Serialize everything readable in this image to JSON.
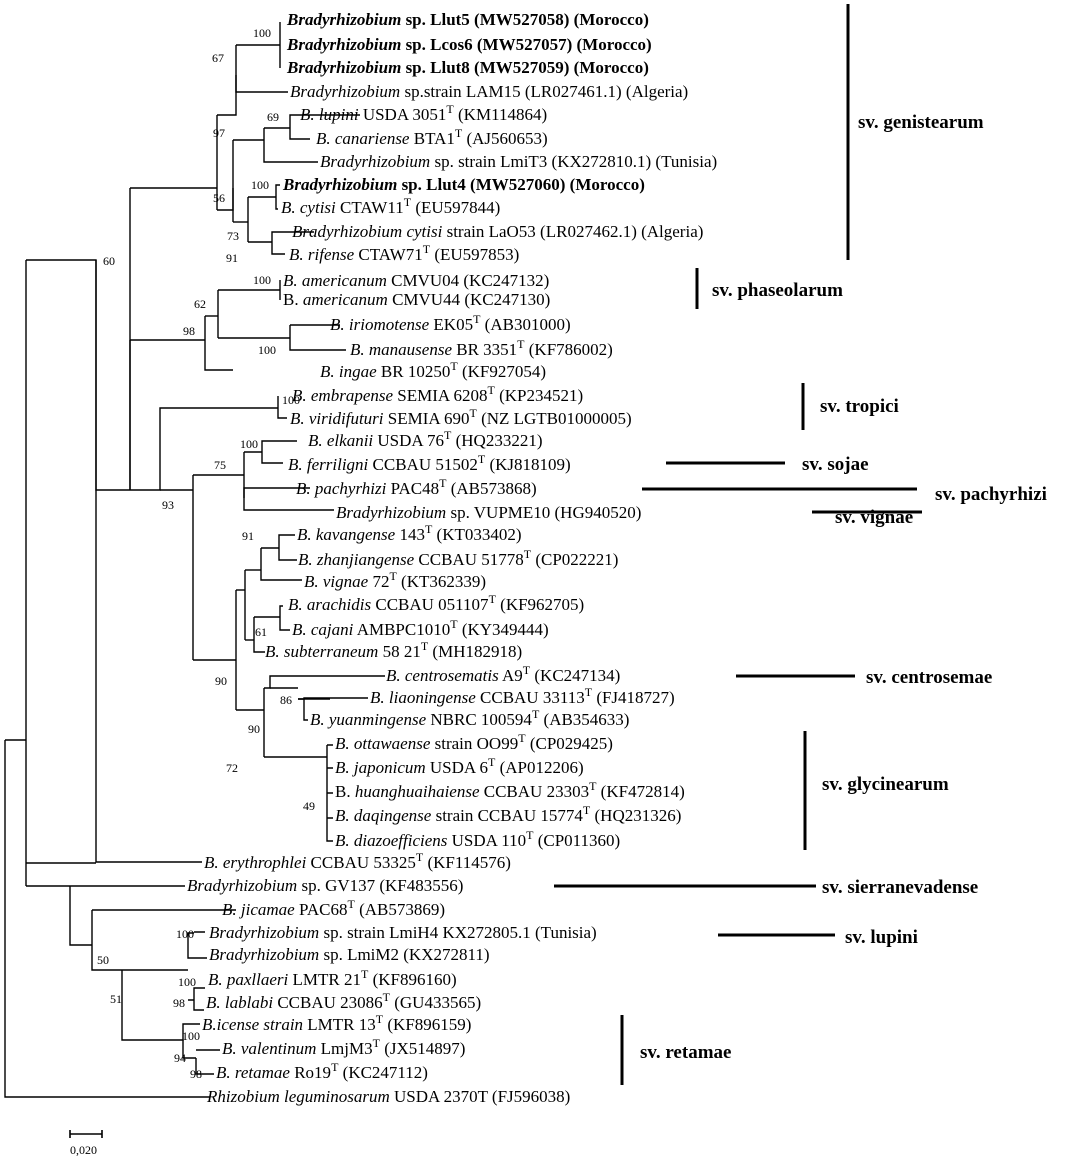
{
  "leaves": [
    {
      "parts": [
        [
          "i",
          "Bradyrhizobium"
        ],
        [
          "n",
          " sp. Llut5 (MW527058) (Morocco)"
        ]
      ],
      "bold": true
    },
    {
      "parts": [
        [
          "i",
          "Bradyrhizobium"
        ],
        [
          "n",
          " sp. Lcos6 (MW527057) (Morocco)"
        ]
      ],
      "bold": true
    },
    {
      "parts": [
        [
          "i",
          "Bradyrhizobium"
        ],
        [
          "n",
          " sp. Llut8 (MW527059) (Morocco)"
        ]
      ],
      "bold": true
    },
    {
      "parts": [
        [
          "i",
          "Bradyrhizobium"
        ],
        [
          "n",
          " sp.strain LAM15 (LR027461.1) (Algeria)"
        ]
      ]
    },
    {
      "parts": [
        [
          "i",
          "B. lupini"
        ],
        [
          "n",
          " USDA 3051"
        ],
        [
          "s",
          "T"
        ],
        [
          "n",
          " (KM114864)"
        ]
      ]
    },
    {
      "parts": [
        [
          "i",
          "B. canariense"
        ],
        [
          "n",
          " BTA1"
        ],
        [
          "s",
          "T"
        ],
        [
          "n",
          " (AJ560653)"
        ]
      ]
    },
    {
      "parts": [
        [
          "i",
          "Bradyrhizobium"
        ],
        [
          "n",
          " sp. strain LmiT3 (KX272810.1) (Tunisia)"
        ]
      ]
    },
    {
      "parts": [
        [
          "i",
          "Bradyrhizobium"
        ],
        [
          "n",
          " sp. Llut4 (MW527060) (Morocco)"
        ]
      ],
      "bold": true
    },
    {
      "parts": [
        [
          "i",
          "B. cytisi"
        ],
        [
          "n",
          " CTAW11"
        ],
        [
          "s",
          "T"
        ],
        [
          "n",
          " (EU597844)"
        ]
      ]
    },
    {
      "parts": [
        [
          "i",
          "Bradyrhizobium cytisi"
        ],
        [
          "n",
          " strain LaO53 (LR027462.1) (Algeria)"
        ]
      ]
    },
    {
      "parts": [
        [
          "i",
          "B. rifense"
        ],
        [
          "n",
          " CTAW71"
        ],
        [
          "s",
          "T"
        ],
        [
          "n",
          " (EU597853)"
        ]
      ]
    },
    {
      "parts": [
        [
          "i",
          "B. americanum"
        ],
        [
          "n",
          " CMVU04 (KC247132)"
        ]
      ]
    },
    {
      "parts": [
        [
          "n",
          "B. "
        ],
        [
          "i",
          "americanum"
        ],
        [
          "n",
          " CMVU44 (KC247130)"
        ]
      ]
    },
    {
      "parts": [
        [
          "i",
          "B. iriomotense"
        ],
        [
          "n",
          " EK05"
        ],
        [
          "s",
          "T"
        ],
        [
          "n",
          " (AB301000)"
        ]
      ]
    },
    {
      "parts": [
        [
          "i",
          "B. manausense"
        ],
        [
          "n",
          " BR 3351"
        ],
        [
          "s",
          "T"
        ],
        [
          "n",
          " (KF786002)"
        ]
      ]
    },
    {
      "parts": [
        [
          "i",
          "B. ingae"
        ],
        [
          "n",
          " BR 10250"
        ],
        [
          "s",
          "T"
        ],
        [
          "n",
          " (KF927054)"
        ]
      ]
    },
    {
      "parts": [
        [
          "i",
          "B. embrapense"
        ],
        [
          "n",
          " SEMIA 6208"
        ],
        [
          "s",
          "T"
        ],
        [
          "n",
          " (KP234521)"
        ]
      ]
    },
    {
      "parts": [
        [
          "i",
          "B. viridifuturi"
        ],
        [
          "n",
          " SEMIA 690"
        ],
        [
          "s",
          "T"
        ],
        [
          "n",
          " (NZ LGTB01000005)"
        ]
      ]
    },
    {
      "parts": [
        [
          "i",
          "B. elkanii"
        ],
        [
          "n",
          " USDA 76"
        ],
        [
          "s",
          "T"
        ],
        [
          "n",
          " (HQ233221)"
        ]
      ]
    },
    {
      "parts": [
        [
          "i",
          "B. ferriligni"
        ],
        [
          "n",
          " CCBAU 51502"
        ],
        [
          "s",
          "T"
        ],
        [
          "n",
          " (KJ818109)"
        ]
      ]
    },
    {
      "parts": [
        [
          "i",
          "B. pachyrhizi"
        ],
        [
          "n",
          " PAC48"
        ],
        [
          "s",
          "T"
        ],
        [
          "n",
          " (AB573868)"
        ]
      ]
    },
    {
      "parts": [
        [
          "i",
          "Bradyrhizobium"
        ],
        [
          "n",
          " sp. VUPME10 (HG940520)"
        ]
      ]
    },
    {
      "parts": [
        [
          "i",
          "B. kavangense"
        ],
        [
          "n",
          " 143"
        ],
        [
          "s",
          "T"
        ],
        [
          "n",
          " (KT033402)"
        ]
      ]
    },
    {
      "parts": [
        [
          "i",
          "B. zhanjiangense"
        ],
        [
          "n",
          " CCBAU 51778"
        ],
        [
          "s",
          "T"
        ],
        [
          "n",
          " (CP022221)"
        ]
      ]
    },
    {
      "parts": [
        [
          "i",
          "B. vignae"
        ],
        [
          "n",
          " 72"
        ],
        [
          "s",
          "T"
        ],
        [
          "n",
          " (KT362339)"
        ]
      ]
    },
    {
      "parts": [
        [
          "i",
          "B. arachidis"
        ],
        [
          "n",
          " CCBAU 051107"
        ],
        [
          "s",
          "T"
        ],
        [
          "n",
          " (KF962705)"
        ]
      ]
    },
    {
      "parts": [
        [
          "i",
          "B. cajani"
        ],
        [
          "n",
          " AMBPC1010"
        ],
        [
          "s",
          "T"
        ],
        [
          "n",
          " (KY349444)"
        ]
      ]
    },
    {
      "parts": [
        [
          "i",
          "B. subterraneum"
        ],
        [
          "n",
          " 58 21"
        ],
        [
          "s",
          "T"
        ],
        [
          "n",
          " (MH182918)"
        ]
      ]
    },
    {
      "parts": [
        [
          "i",
          "B. centrosematis"
        ],
        [
          "n",
          " A9"
        ],
        [
          "s",
          "T"
        ],
        [
          "n",
          " (KC247134)"
        ]
      ]
    },
    {
      "parts": [
        [
          "i",
          "B. liaoningense"
        ],
        [
          "n",
          " CCBAU 33113"
        ],
        [
          "s",
          "T"
        ],
        [
          "n",
          " (FJ418727)"
        ]
      ]
    },
    {
      "parts": [
        [
          "i",
          "B. yuanmingense"
        ],
        [
          "n",
          " NBRC 100594"
        ],
        [
          "s",
          "T"
        ],
        [
          "n",
          " (AB354633)"
        ]
      ]
    },
    {
      "parts": [
        [
          "i",
          "B. ottawaense"
        ],
        [
          "n",
          " strain OO99"
        ],
        [
          "s",
          "T"
        ],
        [
          "n",
          " (CP029425)"
        ]
      ]
    },
    {
      "parts": [
        [
          "i",
          "B. japonicum"
        ],
        [
          "n",
          " USDA 6"
        ],
        [
          "s",
          "T"
        ],
        [
          "n",
          " (AP012206)"
        ]
      ]
    },
    {
      "parts": [
        [
          "n",
          "B. "
        ],
        [
          "i",
          "huanghuaihaiense"
        ],
        [
          "n",
          " CCBAU 23303"
        ],
        [
          "s",
          "T"
        ],
        [
          "n",
          " (KF472814)"
        ]
      ]
    },
    {
      "parts": [
        [
          "i",
          "B. daqingense"
        ],
        [
          "n",
          " strain CCBAU 15774"
        ],
        [
          "s",
          "T"
        ],
        [
          "n",
          " (HQ231326)"
        ]
      ]
    },
    {
      "parts": [
        [
          "i",
          "B. diazoefficiens"
        ],
        [
          "n",
          " USDA 110"
        ],
        [
          "s",
          "T"
        ],
        [
          "n",
          " (CP011360)"
        ]
      ]
    },
    {
      "parts": [
        [
          "i",
          "B. erythrophlei"
        ],
        [
          "n",
          " CCBAU 53325"
        ],
        [
          "s",
          "T"
        ],
        [
          "n",
          " (KF114576)"
        ]
      ]
    },
    {
      "parts": [
        [
          "i",
          "Bradyrhizobium"
        ],
        [
          "n",
          " sp. GV137 (KF483556)"
        ]
      ]
    },
    {
      "parts": [
        [
          "i",
          "B. jicamae"
        ],
        [
          "n",
          " PAC68"
        ],
        [
          "s",
          "T"
        ],
        [
          "n",
          " (AB573869)"
        ]
      ]
    },
    {
      "parts": [
        [
          "i",
          "Bradyrhizobium"
        ],
        [
          "n",
          " sp. strain LmiH4 KX272805.1 (Tunisia)"
        ]
      ]
    },
    {
      "parts": [
        [
          "i",
          "Bradyrhizobium"
        ],
        [
          "n",
          " sp. LmiM2 (KX272811)"
        ]
      ]
    },
    {
      "parts": [
        [
          "i",
          "B. paxllaeri"
        ],
        [
          "n",
          " LMTR 21"
        ],
        [
          "s",
          "T"
        ],
        [
          "n",
          " (KF896160)"
        ]
      ]
    },
    {
      "parts": [
        [
          "i",
          "B. lablabi"
        ],
        [
          "n",
          " CCBAU 23086"
        ],
        [
          "s",
          "T"
        ],
        [
          "n",
          " (GU433565)"
        ]
      ]
    },
    {
      "parts": [
        [
          "i",
          "B.icense strain"
        ],
        [
          "n",
          " LMTR 13"
        ],
        [
          "s",
          "T"
        ],
        [
          "n",
          " (KF896159)"
        ]
      ]
    },
    {
      "parts": [
        [
          "i",
          "B. valentinum"
        ],
        [
          "n",
          " LmjM3"
        ],
        [
          "s",
          "T"
        ],
        [
          "n",
          " (JX514897)"
        ]
      ]
    },
    {
      "parts": [
        [
          "i",
          "B. retamae"
        ],
        [
          "n",
          " Ro19"
        ],
        [
          "s",
          "T"
        ],
        [
          "n",
          " (KC247112)"
        ]
      ]
    },
    {
      "parts": [
        [
          "i",
          "Rhizobium leguminosarum"
        ],
        [
          "n",
          " USDA 2370T (FJ596038)"
        ]
      ]
    }
  ],
  "bootstrap": [
    "100",
    "67",
    "69",
    "97",
    "100",
    "56",
    "73",
    "91",
    "100",
    "60",
    "100",
    "62",
    "98",
    "100",
    "100",
    "75",
    "93",
    "91",
    "61",
    "90",
    "86",
    "90",
    "72",
    "49",
    "100",
    "100",
    "50",
    "98",
    "51",
    "100",
    "94",
    "98"
  ],
  "symbiovars": [
    "sv. genistearum",
    "sv. phaseolarum",
    "sv. tropici",
    "sv. sojae",
    "sv. pachyrhizi",
    "sv. vignae",
    "sv. centrosemae",
    "sv. glycinearum",
    "sv. sierranevadense",
    "sv. lupini",
    "sv. retamae"
  ],
  "scale_label": "0,020"
}
